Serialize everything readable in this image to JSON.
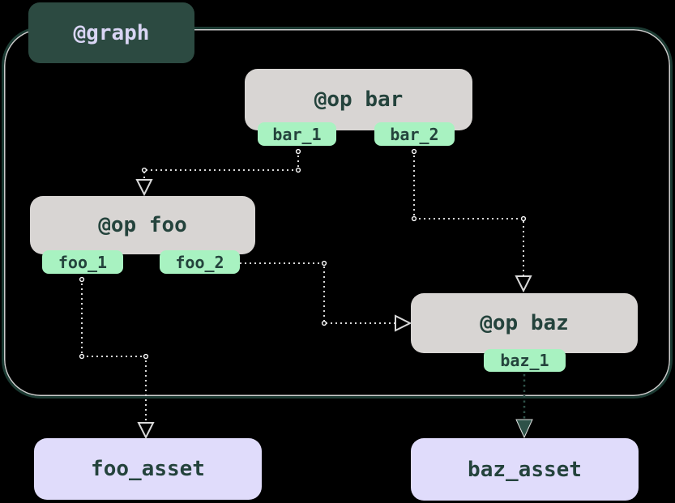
{
  "diagram": {
    "graph": {
      "label": "@graph"
    },
    "ops": [
      {
        "id": "bar",
        "label": "@op bar",
        "outputs": [
          "bar_1",
          "bar_2"
        ]
      },
      {
        "id": "foo",
        "label": "@op foo",
        "outputs": [
          "foo_1",
          "foo_2"
        ]
      },
      {
        "id": "baz",
        "label": "@op baz",
        "outputs": [
          "baz_1"
        ]
      }
    ],
    "assets": [
      {
        "id": "foo_asset",
        "label": "foo_asset"
      },
      {
        "id": "baz_asset",
        "label": "baz_asset"
      }
    ],
    "edges": [
      {
        "from": "bar.bar_1",
        "to": "op foo",
        "style": "dotted-open-arrow"
      },
      {
        "from": "bar.bar_2",
        "to": "op baz",
        "style": "dotted-open-arrow"
      },
      {
        "from": "foo.foo_2",
        "to": "op baz",
        "style": "dotted-open-arrow"
      },
      {
        "from": "foo.foo_1",
        "to": "foo_asset",
        "style": "dotted-open-arrow"
      },
      {
        "from": "baz.baz_1",
        "to": "baz_asset",
        "style": "dotted-filled-arrow"
      }
    ],
    "colors": {
      "background": "#000000",
      "graph_border": "#1c3b33",
      "graph_label_bg": "#2c4a41",
      "graph_label_text": "#d9d5f4",
      "op_bg": "#d8d5d3",
      "op_text": "#24433c",
      "output_tab_bg": "#a8f2c1",
      "asset_bg": "#e0dcfb",
      "edge_dotted_light": "#d9d9d9",
      "edge_dotted_dark": "#2e5148"
    }
  }
}
